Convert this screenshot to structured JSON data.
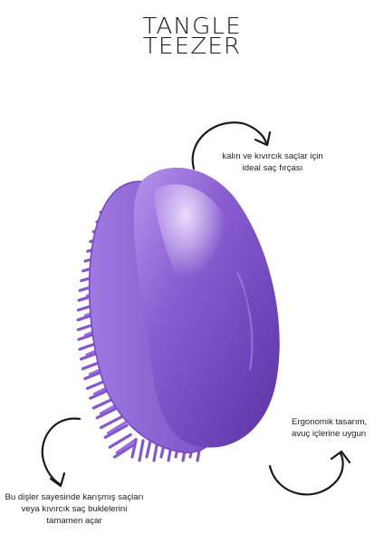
{
  "brand": {
    "line1": "TANGLE",
    "line2": "TEEZER"
  },
  "callouts": {
    "top": [
      "kalın ve kıvırcık saçlar için",
      "ideal saç fırçası"
    ],
    "right": [
      "Ergonomik tasarım,",
      "avuç içlerine uygun"
    ],
    "left": [
      "Bu dişler sayesinde karışmış saçları",
      "veya kıvırcık saç buklelerini",
      "tamamen açar"
    ]
  },
  "icons": {
    "top_arrow": "curved-arrow-icon",
    "right_arrow": "curved-arrow-icon",
    "left_arrow": "curved-arrow-icon"
  },
  "colors": {
    "brush_body": "#7f55c9",
    "brush_highlight": "#c6a8f0",
    "bristles": "#8a5ad4",
    "base": "#9a6ee0"
  }
}
